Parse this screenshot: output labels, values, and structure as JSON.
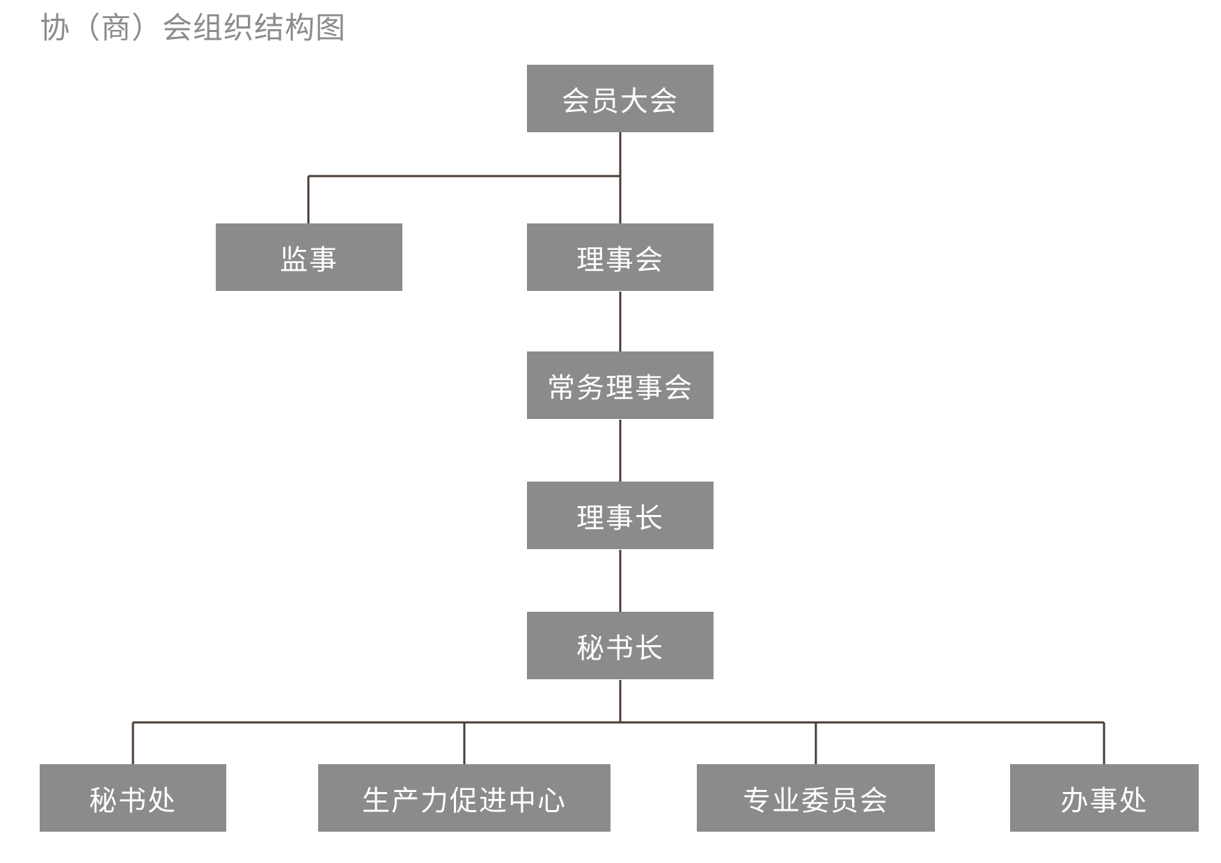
{
  "title": "协（商）会组织结构图",
  "colors": {
    "node_fill": "#8b8b8b",
    "node_text": "#ffffff",
    "connector": "#4a3b33",
    "title_text": "#8c8c8c",
    "background": "#ffffff"
  },
  "nodes": {
    "assembly": "会员大会",
    "supervisor": "监事",
    "council": "理事会",
    "standing_council": "常务理事会",
    "president": "理事长",
    "secretary_general": "秘书长",
    "secretariat": "秘书处",
    "productivity_center": "生产力促进中心",
    "professional_committee": "专业委员会",
    "office": "办事处"
  },
  "hierarchy": {
    "root": "会员大会",
    "edges": [
      [
        "会员大会",
        "监事"
      ],
      [
        "会员大会",
        "理事会"
      ],
      [
        "理事会",
        "常务理事会"
      ],
      [
        "常务理事会",
        "理事长"
      ],
      [
        "理事长",
        "秘书长"
      ],
      [
        "秘书长",
        "秘书处"
      ],
      [
        "秘书长",
        "生产力促进中心"
      ],
      [
        "秘书长",
        "专业委员会"
      ],
      [
        "秘书长",
        "办事处"
      ]
    ]
  }
}
